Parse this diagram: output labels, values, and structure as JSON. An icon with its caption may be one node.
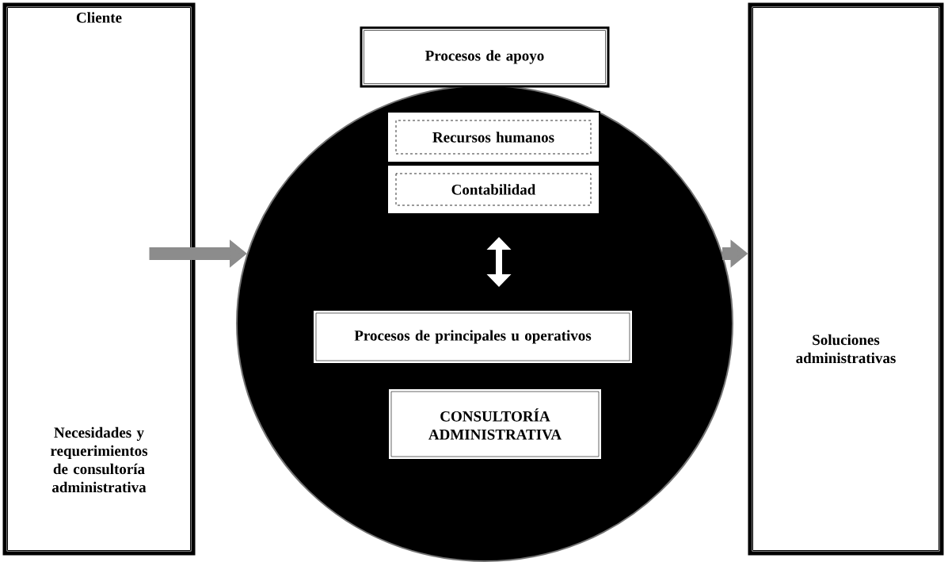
{
  "diagram": {
    "nodes": [
      {
        "text": [
          "Cliente",
          "Necesidades y requerimientos de consultoría administrativa"
        ]
      },
      {
        "text": [],
        "shape": "circle"
      },
      {
        "text": [
          "Procesos de apoyo"
        ]
      },
      {
        "text": [
          "Recursos humanos"
        ],
        "in": 1
      },
      {
        "text": [
          "Contabilidad"
        ],
        "in": 1
      },
      {
        "text": [
          "Procesos de principales u operativos"
        ],
        "in": 1
      },
      {
        "text": [
          "CONSULTORÍA ADMINISTRATIVA"
        ],
        "in": 1
      },
      {
        "text": [
          "Soluciones administrativas"
        ]
      }
    ],
    "edges": [
      {
        "from": 0,
        "to": 1,
        "arrow": "to"
      },
      {
        "from": 1,
        "to": 7,
        "arrow": "to"
      },
      {
        "from": 4,
        "to": 5,
        "arrow": "both",
        "color": "#ffffff"
      }
    ]
  }
}
